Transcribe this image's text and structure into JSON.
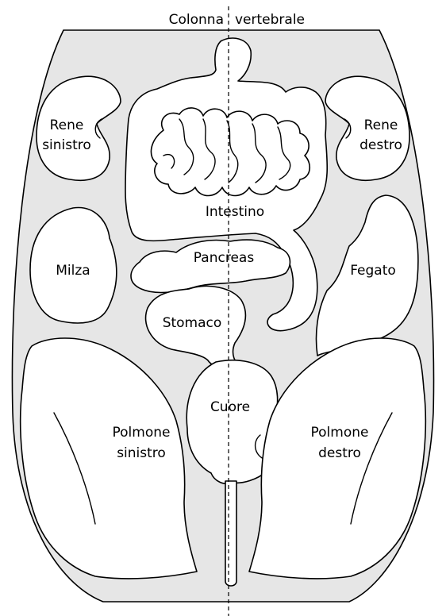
{
  "labels": {
    "spine_left": "Colonna",
    "spine_right": "vertebrale",
    "kidney_left_1": "Rene",
    "kidney_left_2": "sinistro",
    "kidney_right_1": "Rene",
    "kidney_right_2": "destro",
    "intestine": "Intestino",
    "pancreas": "Pancreas",
    "spleen": "Milza",
    "liver": "Fegato",
    "stomach": "Stomaco",
    "heart": "Cuore",
    "lung_left_1": "Polmone",
    "lung_left_2": "sinistro",
    "lung_right_1": "Polmone",
    "lung_right_2": "destro"
  }
}
